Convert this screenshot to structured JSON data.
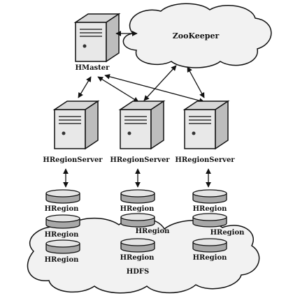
{
  "zookeeper": {
    "label": "ZooKeeper"
  },
  "hmaster": {
    "label": "HMaster"
  },
  "region_servers": [
    {
      "label": "HRegionServer",
      "regions": [
        "HRegion",
        "HRegion",
        "HRegion"
      ]
    },
    {
      "label": "HRegionServer",
      "regions": [
        "HRegion",
        "HRegion",
        "HRegion"
      ]
    },
    {
      "label": "HRegionServer",
      "regions": [
        "HRegion",
        "HRegion",
        "HRegion"
      ]
    }
  ],
  "hdfs": {
    "label": "HDFS"
  },
  "colors": {
    "stroke": "#111111",
    "cloud_fill": "#f2f2f2",
    "server_front": "#e8e8e8",
    "server_side": "#bdbdbd",
    "disk_top": "#e6e6e6",
    "disk_side": "#a8a8a8"
  }
}
